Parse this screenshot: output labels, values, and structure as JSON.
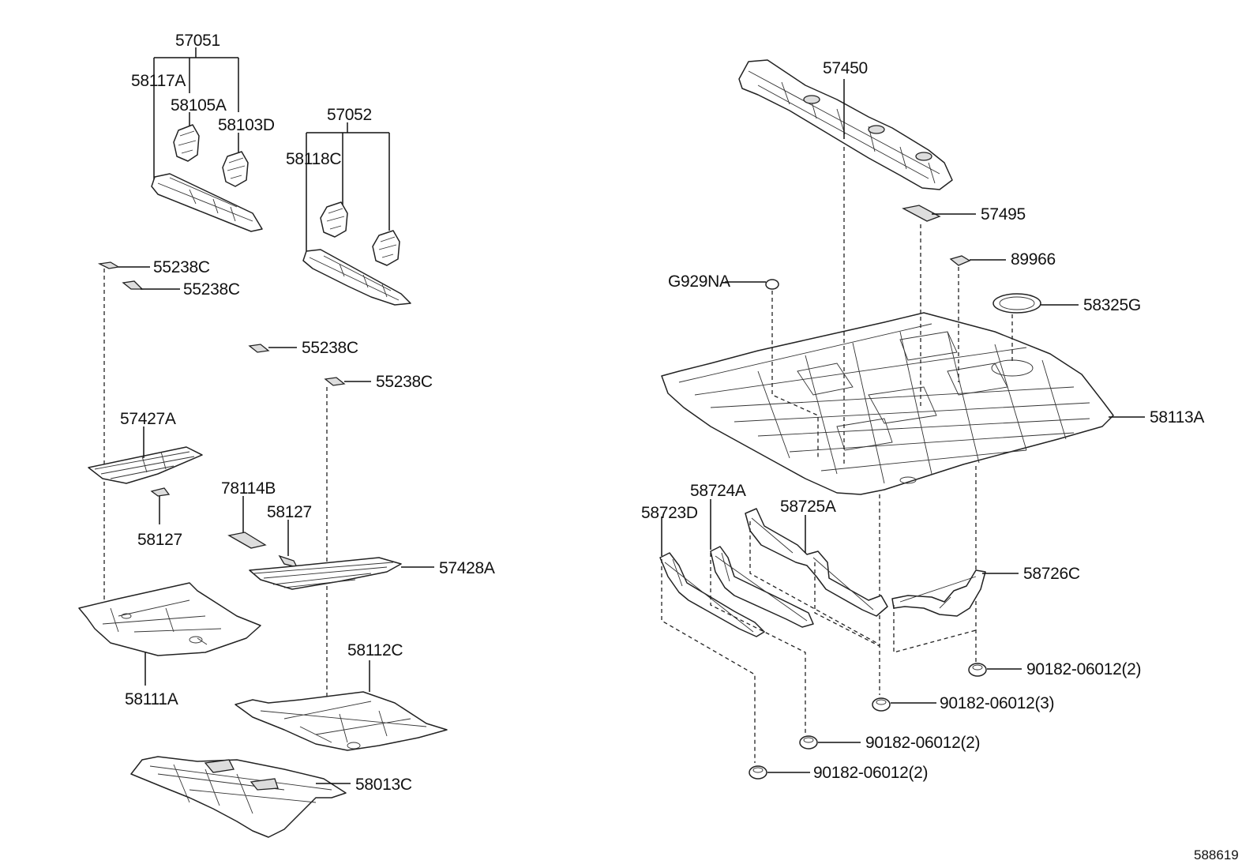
{
  "labels": {
    "p57051": "57051",
    "p58117A": "58117A",
    "p58105A": "58105A",
    "p58103D": "58103D",
    "p57052": "57052",
    "p58118C": "58118C",
    "p55238C_1": "55238C",
    "p55238C_2": "55238C",
    "p55238C_3": "55238C",
    "p55238C_4": "55238C",
    "p57427A": "57427A",
    "p58127_1": "58127",
    "p78114B": "78114B",
    "p58127_2": "58127",
    "p57428A": "57428A",
    "p58111A": "58111A",
    "p58112C": "58112C",
    "p58013C": "58013C",
    "p57450": "57450",
    "p57495": "57495",
    "p89966": "89966",
    "pG929NA": "G929NA",
    "p58325G": "58325G",
    "p58113A": "58113A",
    "p58724A": "58724A",
    "p58725A": "58725A",
    "p58723D": "58723D",
    "p58726C": "58726C",
    "p90182_a": "90182-06012(2)",
    "p90182_b": "90182-06012(3)",
    "p90182_c": "90182-06012(2)",
    "p90182_d": "90182-06012(2)",
    "ref": "588619"
  }
}
